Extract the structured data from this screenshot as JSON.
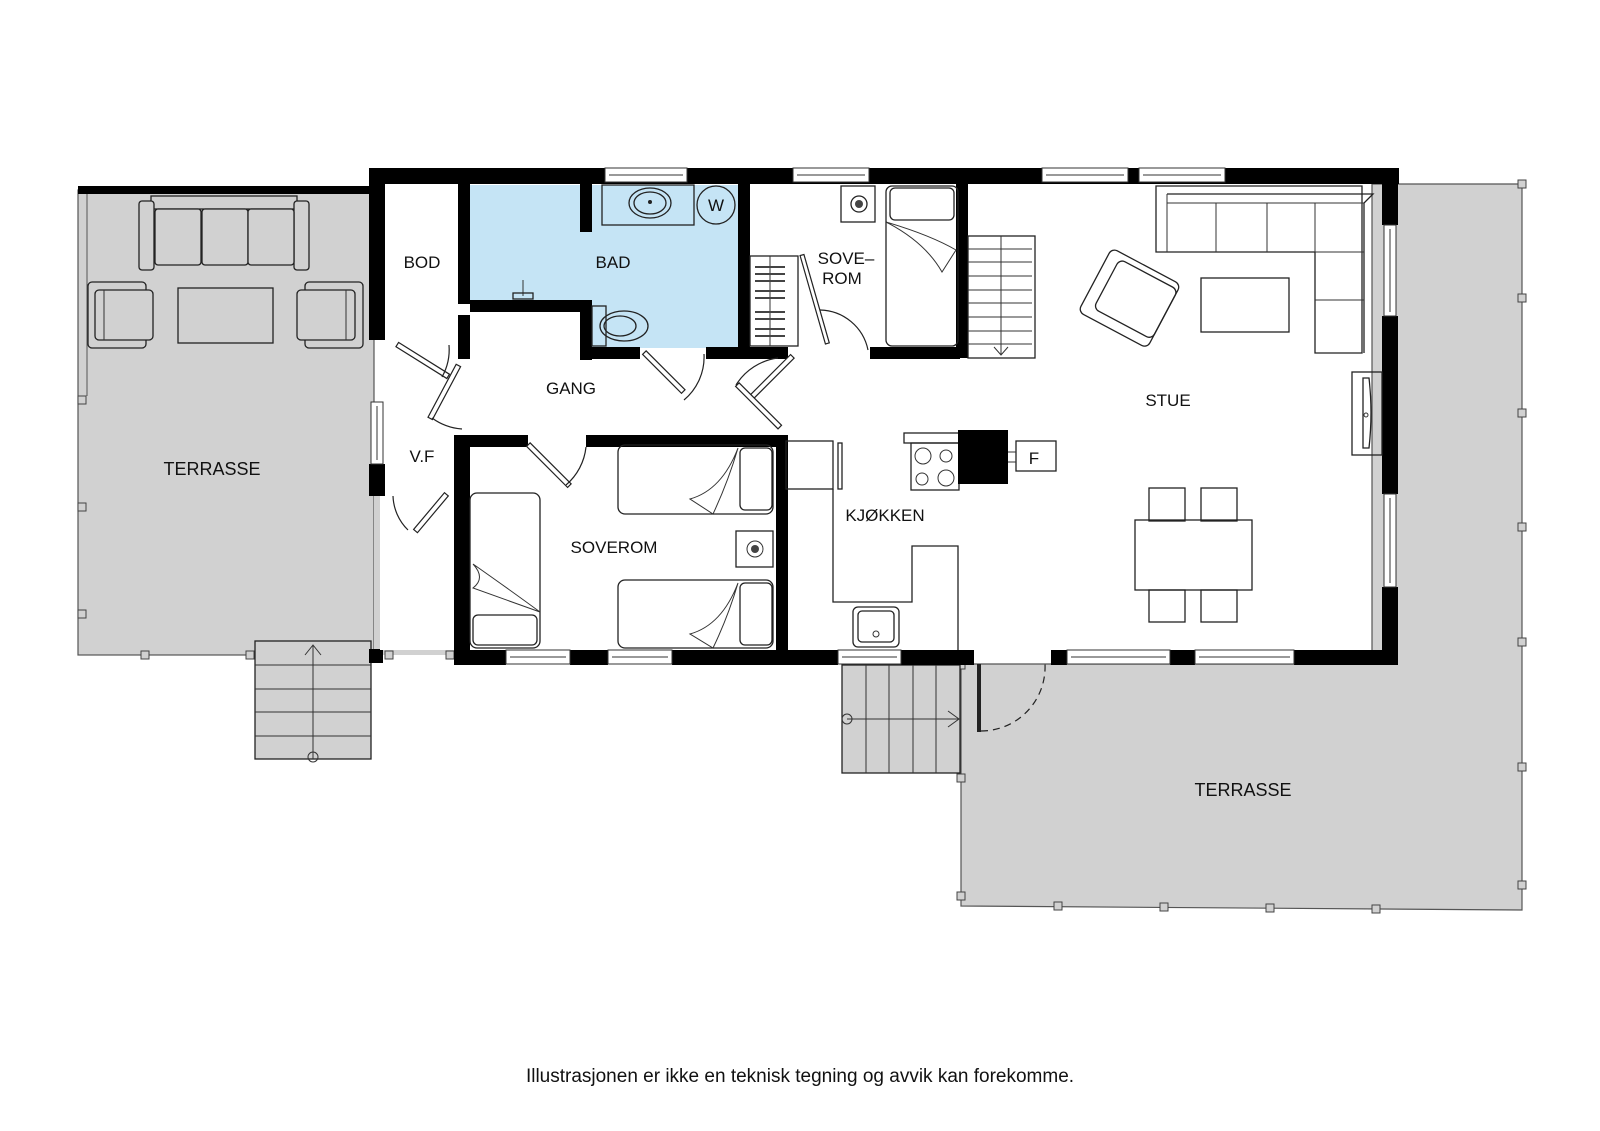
{
  "floorplan": {
    "rooms": {
      "bod": "BOD",
      "bad": "BAD",
      "soverom_small_line1": "SOVE–",
      "soverom_small_line2": "ROM",
      "gang": "GANG",
      "vf": "V.F",
      "soverom": "SOVEROM",
      "kjokken": "KJØKKEN",
      "stue": "STUE",
      "terrasse_west": "TERRASSE",
      "terrasse_south": "TERRASSE"
    },
    "fixtures": {
      "washer_label": "W",
      "fridge_label": "F"
    },
    "colors": {
      "wall": "#000000",
      "bathroom_fill": "#c5e4f5",
      "deck_fill": "#d1d1d1",
      "background": "#ffffff"
    }
  },
  "disclaimer": "Illustrasjonen er ikke en teknisk tegning og avvik kan forekomme."
}
